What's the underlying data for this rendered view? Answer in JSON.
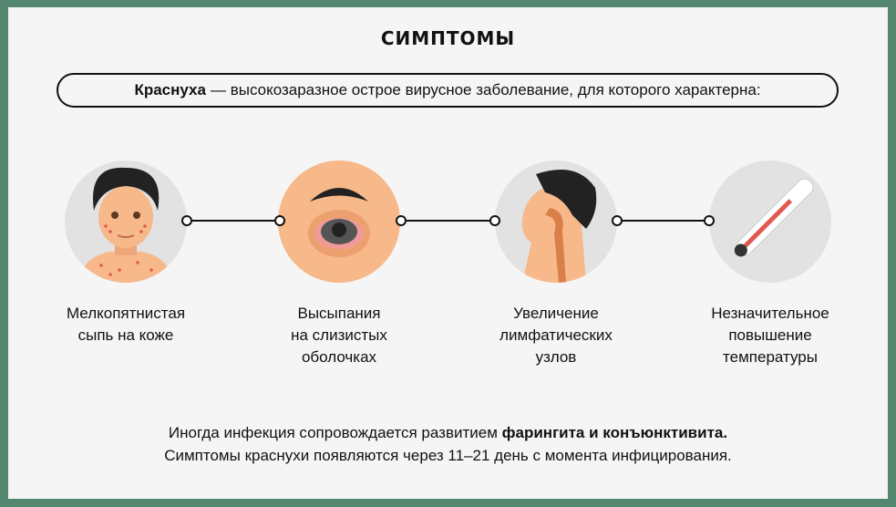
{
  "title": "СИМПТОМЫ",
  "intro": {
    "term": "Краснуха",
    "text": "— высокозаразное острое вирусное заболевание, для которого характерна:"
  },
  "symptoms": [
    {
      "icon": "face-rash-icon",
      "line1": "Мелкопятнистая",
      "line2": "сыпь на коже",
      "line3": ""
    },
    {
      "icon": "eye-icon",
      "line1": "Высыпания",
      "line2": "на слизистых",
      "line3": "оболочках"
    },
    {
      "icon": "throat-profile-icon",
      "line1": "Увеличение",
      "line2": "лимфатических",
      "line3": "узлов"
    },
    {
      "icon": "thermometer-icon",
      "line1": "Незначительное",
      "line2": "повышение",
      "line3": "температуры"
    }
  ],
  "footer": {
    "line1_start": "Иногда инфекция сопровождается развитием",
    "line1_bold": "фарингита и конъюнктивита.",
    "line2": "Симптомы краснухи появляются через 11–21 день с момента инфицирования."
  },
  "colors": {
    "frame": "#53876f",
    "skin": "#f7b88a",
    "accent": "#e05a4e"
  }
}
